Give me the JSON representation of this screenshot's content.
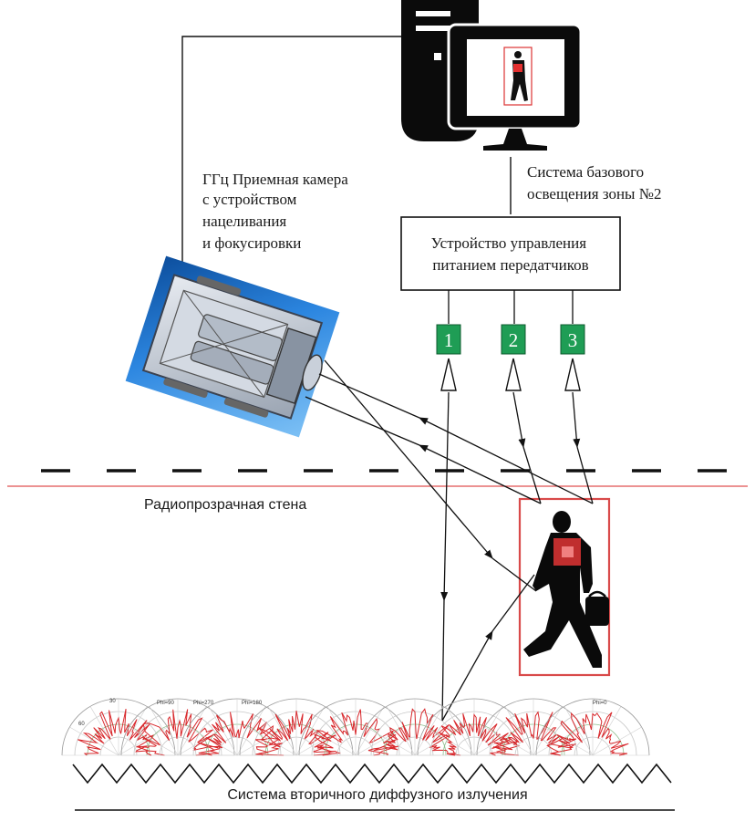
{
  "camera_label": {
    "line1": "ГГц Приемная камера",
    "line2": "с устройством",
    "line3": "нацеливания",
    "line4": "и фокусировки"
  },
  "illumination_label": {
    "line1": "Система базового",
    "line2": "освещения зоны №2"
  },
  "power_controller": {
    "line1": "Устройство управления",
    "line2": "питанием передатчиков"
  },
  "transmitters": [
    {
      "number": "1"
    },
    {
      "number": "2"
    },
    {
      "number": "3"
    }
  ],
  "wall_label": "Радиопрозрачная стена",
  "secondary_system_label": "Система вторичного диффузного излучения",
  "polar_plot_labels": [
    "30",
    "60",
    "Phi=90",
    "Phi=270",
    "Phi=180",
    "Phi=0"
  ],
  "colors": {
    "transmitter_box": "#1f9d55",
    "target_frame": "#d94a4a",
    "wall_line": "#e05050",
    "camera_blue": "#1e6fc4",
    "polar_red": "#d8282c"
  }
}
